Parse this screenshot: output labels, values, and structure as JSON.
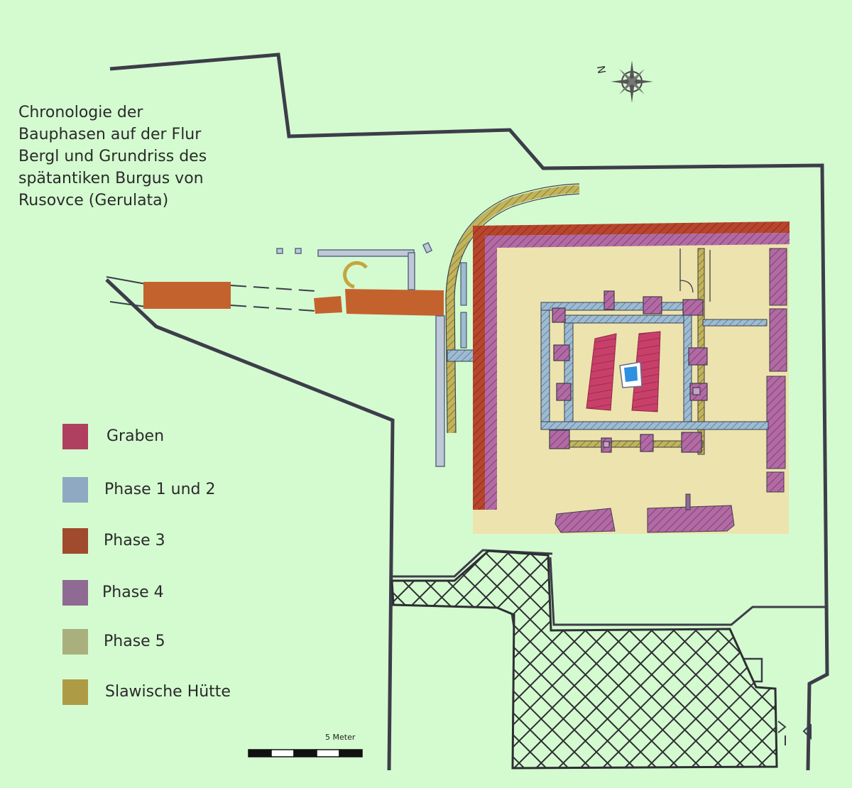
{
  "title": "Chronologie der\nBauphasen auf der Flur\nBergl und Grundriss des\nspätantiken Burgus von\nRusovce (Gerulata)",
  "legend": [
    {
      "label": "Graben",
      "color": "#b0405f"
    },
    {
      "label": "Phase 1 und 2",
      "color": "#8ea9c1"
    },
    {
      "label": "Phase 3",
      "color": "#a04a2e"
    },
    {
      "label": "Phase 4",
      "color": "#8f6a93"
    },
    {
      "label": "Phase 5",
      "color": "#aab07d"
    },
    {
      "label": "Slawische Hütte",
      "color": "#ae9b45"
    }
  ],
  "scale_bar": {
    "label": "5 Meter"
  },
  "compass": {
    "label": "N",
    "icon": "compass-rose-icon"
  },
  "colors": {
    "background": "#d4fbd0",
    "interior": "#ede3ae",
    "outline": "#444455",
    "phase3_fill": "#c4622e",
    "phase12_fill": "#9dbcd4",
    "graben_fill": "#c8406a",
    "phase4_fill": "#b36aa4",
    "phase5_fill": "#b9b56c"
  }
}
